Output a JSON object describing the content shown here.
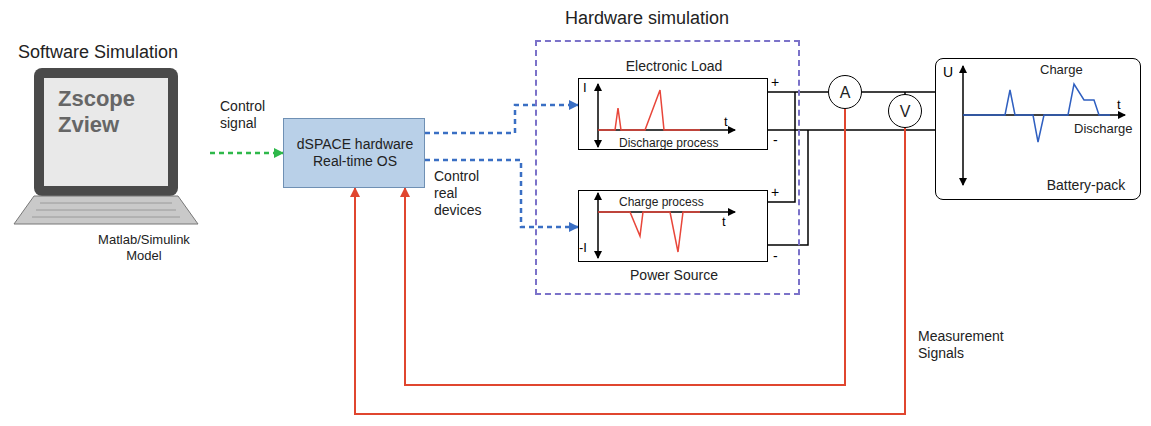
{
  "diagram": {
    "nodes": [
      {
        "text": [
          "Software Simulation",
          "Zscope Zview",
          "Matlab/Simulink Model"
        ]
      },
      {
        "text": [
          "dSPACE hardware Real-time OS"
        ]
      },
      {
        "text": [
          "Hardware simulation"
        ]
      },
      {
        "text": [
          "Electronic Load",
          "Discharge process"
        ],
        "in": 2
      },
      {
        "text": [
          "Power Source",
          "Charge process"
        ],
        "in": 2
      },
      {
        "text": [
          "A"
        ]
      },
      {
        "text": [
          "V"
        ]
      },
      {
        "text": [
          "Battery-pack"
        ]
      }
    ],
    "edges": [
      {
        "from": 0,
        "to": 1,
        "label": "Control signal",
        "arrow": "to"
      },
      {
        "from": 1,
        "to": 3,
        "arrow": "to"
      },
      {
        "from": 1,
        "to": 4,
        "label": "Control real devices",
        "arrow": "to"
      },
      {
        "from": 3,
        "to": 5,
        "arrow": "none"
      },
      {
        "from": 4,
        "to": 5,
        "arrow": "none"
      },
      {
        "from": 5,
        "to": 7,
        "arrow": "none"
      },
      {
        "from": 3,
        "to": 7,
        "arrow": "none"
      },
      {
        "from": 4,
        "to": 7,
        "arrow": "none"
      },
      {
        "from": 5,
        "to": 1,
        "arrow": "to"
      },
      {
        "from": 6,
        "to": 1,
        "label": "Measurement Signals",
        "arrow": "to"
      }
    ],
    "labels": [
      "I",
      "t",
      "+",
      "-",
      "-I",
      "t",
      "+",
      "-",
      "U",
      "Charge",
      "Discharge",
      "t"
    ]
  }
}
